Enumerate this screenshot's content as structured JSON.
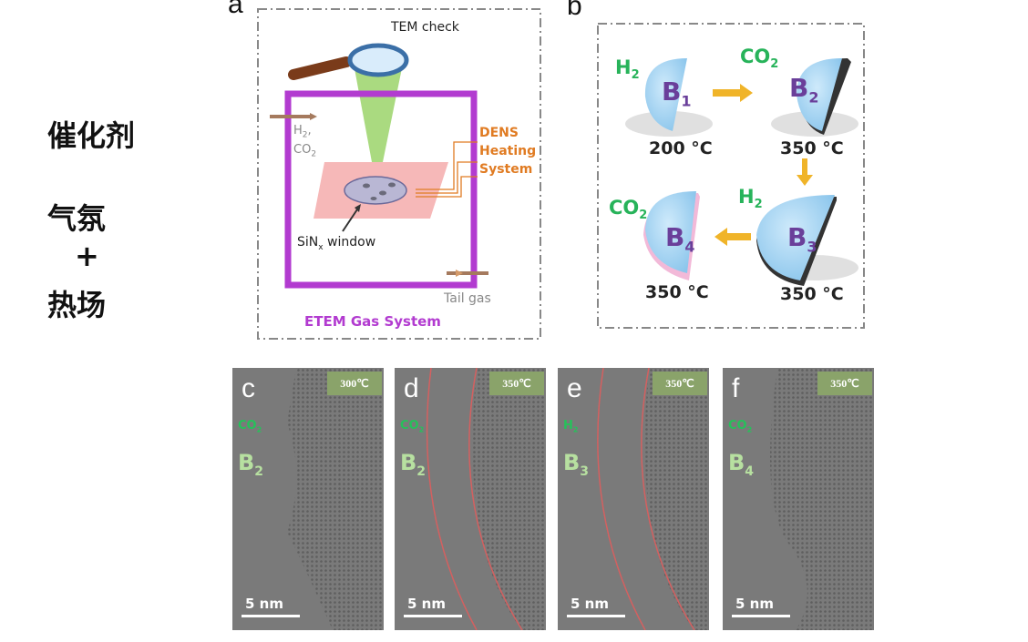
{
  "sidebar": {
    "line1": "催化剂",
    "line2": "气氛",
    "line3": "+",
    "line4": "热场"
  },
  "panel_a": {
    "letter": "a",
    "tem_check": "TEM check",
    "gas_in": "H",
    "gas_in_sub": "2",
    "gas_in_2": ",",
    "gas_in_3": "CO",
    "gas_in_3_sub": "2",
    "dens_1": "DENS",
    "dens_2": "Heating",
    "dens_3": "System",
    "window": "SiN",
    "window_sub": "x",
    "window_2": " window",
    "tail_gas": "Tail gas",
    "system": "ETEM Gas System",
    "colors": {
      "frame": "#b23bd0",
      "dens": "#e07b22",
      "beam": "#9bd36a",
      "sample": "#f4a6a6"
    }
  },
  "panel_b": {
    "letter": "b",
    "b1": "B",
    "b1_sub": "1",
    "b1_temp": "200 °C",
    "b1_gas": "H",
    "b1_gas_sub": "2",
    "b2": "B",
    "b2_sub": "2",
    "b2_temp": "350 °C",
    "b2_gas": "CO",
    "b2_gas_sub": "2",
    "b3": "B",
    "b3_sub": "3",
    "b3_temp": "350 °C",
    "b3_gas": "H",
    "b3_gas_sub": "2",
    "b4": "B",
    "b4_sub": "4",
    "b4_temp": "350 °C",
    "b4_gas": "CO",
    "b4_gas_sub": "2",
    "colors": {
      "particle": "#a9d6f2",
      "label": "#6a3f9a",
      "gas": "#27b35a",
      "arrow": "#f0b429"
    }
  },
  "tem_images": [
    {
      "letter": "c",
      "temp": "300℃",
      "gas": "CO",
      "gas_sub": "2",
      "state": "B",
      "state_sub": "2",
      "scale": "5 nm"
    },
    {
      "letter": "d",
      "temp": "350℃",
      "gas": "CO",
      "gas_sub": "2",
      "state": "B",
      "state_sub": "2",
      "scale": "5 nm"
    },
    {
      "letter": "e",
      "temp": "350℃",
      "gas": "H",
      "gas_sub": "2",
      "state": "B",
      "state_sub": "3",
      "scale": "5 nm"
    },
    {
      "letter": "f",
      "temp": "350℃",
      "gas": "CO",
      "gas_sub": "2",
      "state": "B",
      "state_sub": "4",
      "scale": "5 nm"
    }
  ]
}
